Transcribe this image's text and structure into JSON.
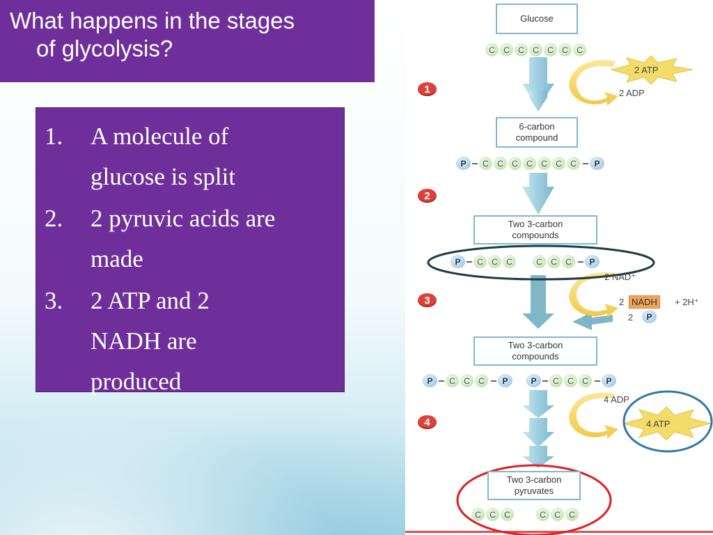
{
  "title": {
    "line1": "What happens in the stages",
    "line2": "of glycolysis?"
  },
  "list": [
    {
      "num": "1.",
      "line1": "A molecule of",
      "line2": "glucose is split"
    },
    {
      "num": "2.",
      "line1": "2 pyruvic acids are",
      "line2": "made"
    },
    {
      "num": "3.",
      "line1": "2 ATP and 2",
      "line2": "NADH are",
      "line3": "produced"
    }
  ],
  "diagram": {
    "box1": "Glucose",
    "box2_line1": "6-carbon",
    "box2_line2": "compound",
    "box3_line1": "Two 3-carbon",
    "box3_line2": "compounds",
    "box4_line1": "Two 3-carbon",
    "box4_line2": "compounds",
    "box5_line1": "Two 3-carbon",
    "box5_line2": "pyruvates",
    "carbon": "C",
    "phosphate": "P",
    "step1": "1",
    "step2": "2",
    "step3": "3",
    "step4": "4",
    "atp_in": "2 ATP",
    "adp_out": "2 ADP",
    "nad_in": "2 NAD⁺",
    "nadh_prefix": "2",
    "nadh_box": "NADH",
    "nadh_suffix": "+ 2H⁺",
    "pi_prefix": "2",
    "adp_in": "4 ADP",
    "atp_out": "4 ATP"
  },
  "colors": {
    "purple": "#6f2f9a",
    "arrow_blue": "#9fcfe0",
    "step_red": "#d9433a",
    "starburst": "#f3dc6a",
    "circle_dark": "#1f3a44",
    "circle_blue": "#2e78a6",
    "circle_red": "#e02020"
  }
}
